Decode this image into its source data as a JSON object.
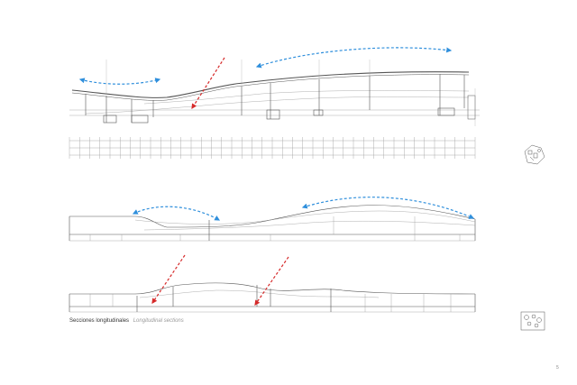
{
  "caption": {
    "spanish": "Secciones longitudinales",
    "english": "Longitudinal sections"
  },
  "page_number": "5",
  "colors": {
    "linework": "#555555",
    "fine_linework": "#9a9a9a",
    "wind_arrow": "#2f8fdc",
    "sun_arrow": "#d62a2a"
  },
  "icons": {
    "key_plan_top": "site-key-plan-icon",
    "key_plan_bottom": "site-key-plan-icon"
  }
}
